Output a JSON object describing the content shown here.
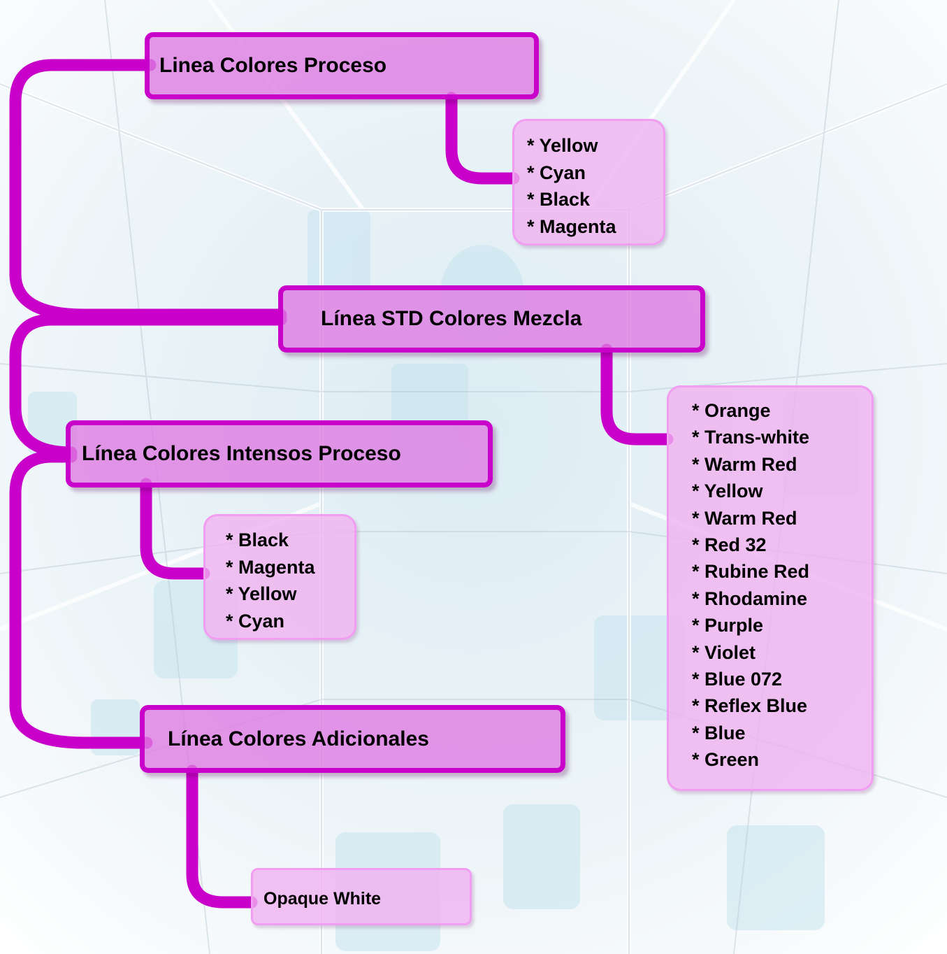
{
  "colors": {
    "line": "#c900c9",
    "header_fill": "#de7ce2",
    "list_fill": "#f0b2f0",
    "list_border": "#f19df1"
  },
  "groups": [
    {
      "id": "proceso",
      "title": "Linea Colores Proceso",
      "items": [
        "* Yellow",
        "* Cyan",
        "* Black",
        "* Magenta"
      ]
    },
    {
      "id": "std-mezcla",
      "title": "Línea STD Colores Mezcla",
      "items": [
        "* Orange",
        "* Trans-white",
        "* Warm Red",
        "* Yellow",
        "* Warm Red",
        "* Red 32",
        "* Rubine Red",
        "* Rhodamine",
        "* Purple",
        "* Violet",
        "* Blue 072",
        "* Reflex Blue",
        "* Blue",
        "* Green"
      ]
    },
    {
      "id": "intensos",
      "title": "Línea Colores Intensos Proceso",
      "items": [
        "* Black",
        "* Magenta",
        "* Yellow",
        "* Cyan"
      ]
    },
    {
      "id": "adicionales",
      "title": "Línea Colores Adicionales",
      "items": [
        "Opaque White"
      ]
    }
  ]
}
